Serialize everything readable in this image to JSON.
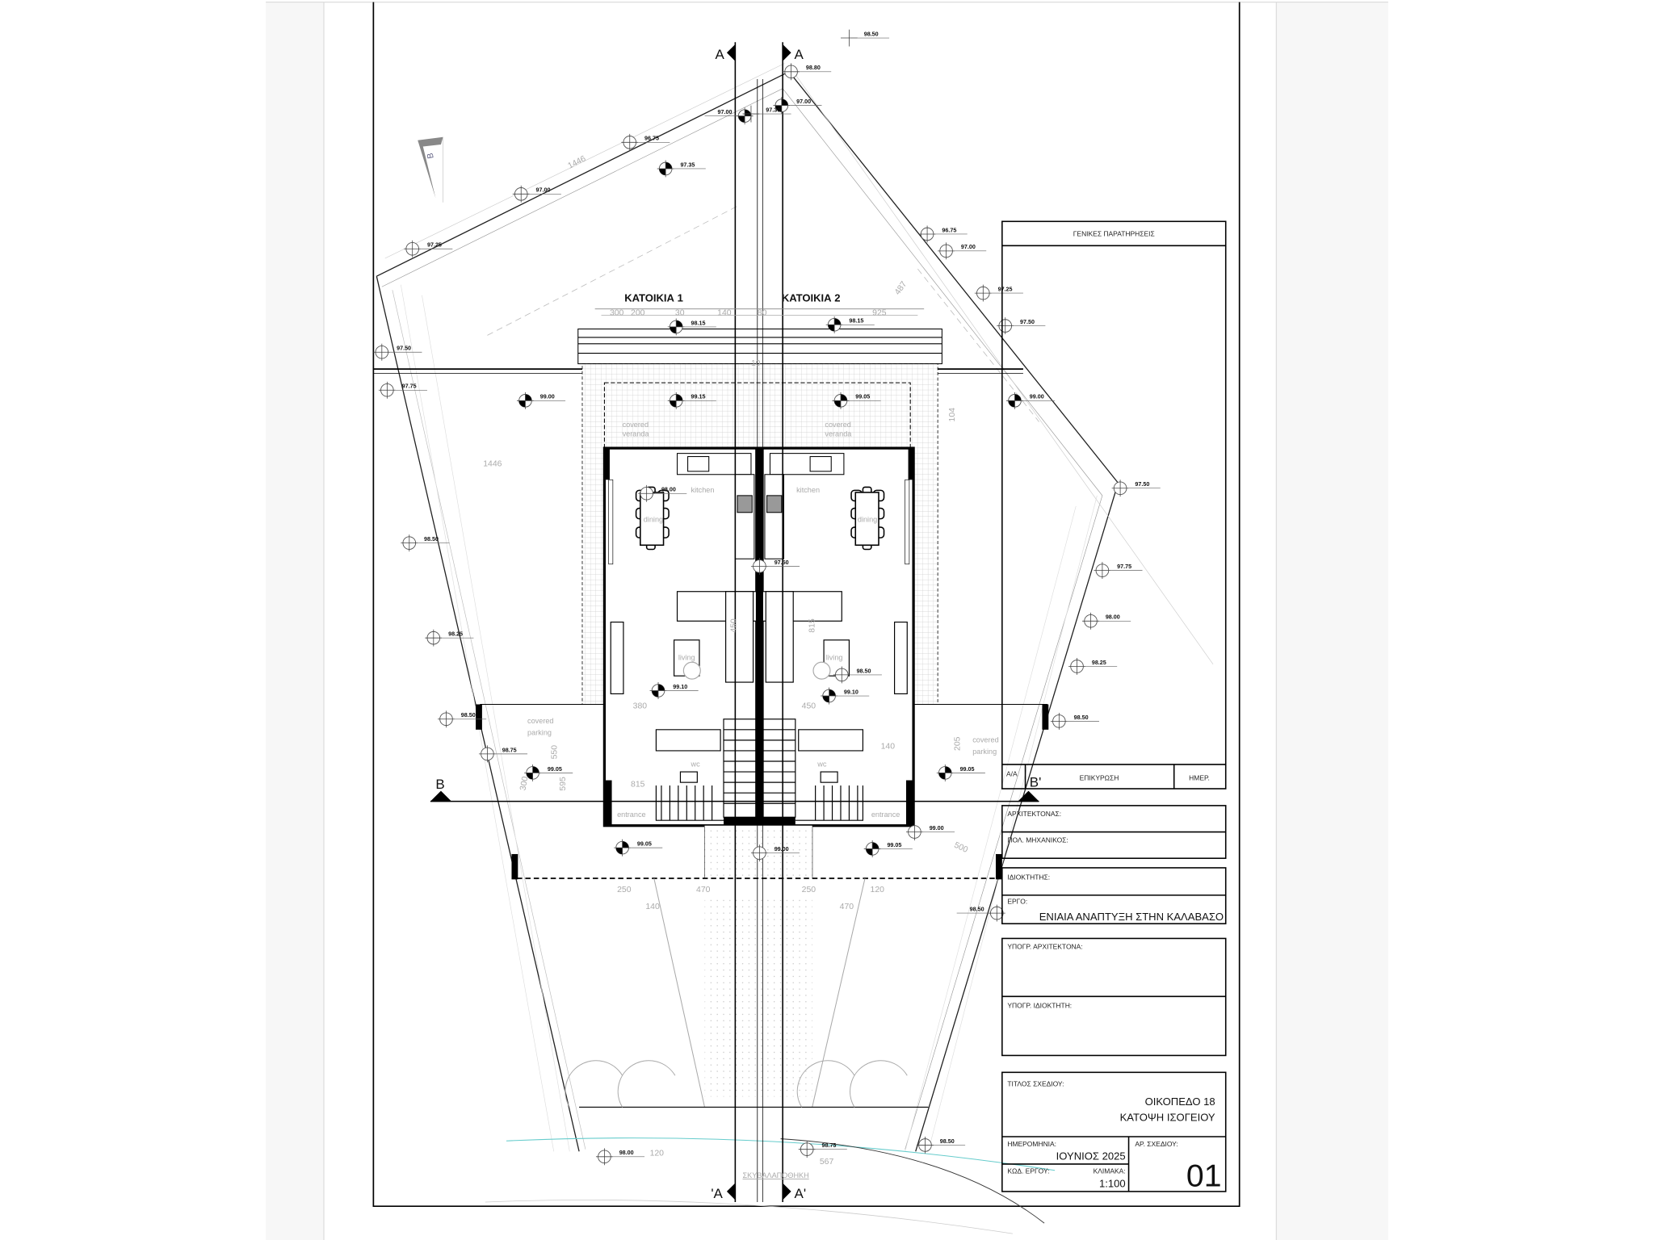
{
  "drawing": {
    "houses": [
      "ΚΑΤΟΙΚΙΑ 1",
      "ΚΑΤΟΙΚΙΑ 2"
    ],
    "section_marks": {
      "a_top_left": "A",
      "a_top_right": "A",
      "a_bottom_left": "'A",
      "a_bottom_right": "A'",
      "b_left": "B",
      "b_right": "B'",
      "b_north": "B"
    },
    "rooms": {
      "kitchen": "kitchen",
      "dining": "dining",
      "living": "living",
      "wc": "wc",
      "entrance": "entrance",
      "covered_parking_1": "covered",
      "covered_parking_2": "parking",
      "covered_veranda_1": "covered",
      "covered_veranda_2": "veranda"
    },
    "waste_store": "ΣΚΥΒΑΛΑΠΟΘΗΚΗ",
    "dimensions": [
      "1446",
      "300",
      "200",
      "30",
      "140",
      "80",
      "10",
      "925",
      "380",
      "450",
      "450",
      "815",
      "815",
      "140",
      "140",
      "470",
      "470",
      "250",
      "250",
      "120",
      "120",
      "567",
      "487",
      "300",
      "595",
      "550",
      "205",
      "104",
      "500"
    ],
    "levels": [
      "98.50",
      "98.80",
      "97.00",
      "97.00",
      "96.75",
      "97.35",
      "97.00",
      "97.25",
      "96.75",
      "97.00",
      "97.25",
      "97.50",
      "97.50",
      "97.75",
      "99.00",
      "98.15",
      "98.15",
      "99.15",
      "99.05",
      "99.00",
      "97.50",
      "97.75",
      "98.00",
      "98.25",
      "98.50",
      "98.50",
      "98.25",
      "98.50",
      "98.75",
      "99.05",
      "99.05",
      "99.10",
      "99.10",
      "98.50",
      "97.50",
      "99.05",
      "99.00",
      "99.05",
      "99.00",
      "98.50",
      "98.00",
      "98.75",
      "98.50",
      "98.00",
      "97.30"
    ]
  },
  "title_block": {
    "general_notes": "ΓΕΝΙΚΕΣ ΠΑΡΑΤΗΡΗΣΕΙΣ",
    "revision_no": "Α/Α",
    "approval": "ΕΠΙΚΥΡΩΣΗ",
    "date_col": "ΗΜΕΡ.",
    "architect": "ΑΡΧΙΤΕΚΤΟΝΑΣ:",
    "civil_engineer": "ΠΟΛ. ΜΗΧΑΝΙΚΟΣ:",
    "owner": "ΙΔΙΟΚΤΗΤΗΣ:",
    "project_label": "ΕΡΓΟ:",
    "project": "ΕΝΙΑΙΑ ΑΝΑΠΤΥΞΗ ΣΤΗΝ ΚΑΛΑΒΑΣΟ",
    "architect_signature": "ΥΠΟΓΡ. ΑΡΧΙΤΕΚΤΟΝΑ:",
    "owner_signature": "ΥΠΟΓΡ. ΙΔΙΟΚΤΗΤΗ:",
    "drawing_title_label": "ΤΙΤΛΟΣ ΣΧΕΔΙΟΥ:",
    "drawing_title_1": "ΟΙΚΟΠΕΔΟ 18",
    "drawing_title_2": "ΚΑΤΟΨΗ ΙΣΟΓΕΙΟΥ",
    "date_label": "ΗΜΕΡΟΜΗΝΙΑ:",
    "date": "ΙΟΥΝΙΟΣ 2025",
    "drawing_no_label": "ΑΡ. ΣΧΕΔΙΟΥ:",
    "drawing_no": "01",
    "project_code_label": "ΚΩΔ. ΕΡΓΟΥ:",
    "scale_label": "ΚΛΙΜΑΚΑ:",
    "scale": "1:100"
  }
}
